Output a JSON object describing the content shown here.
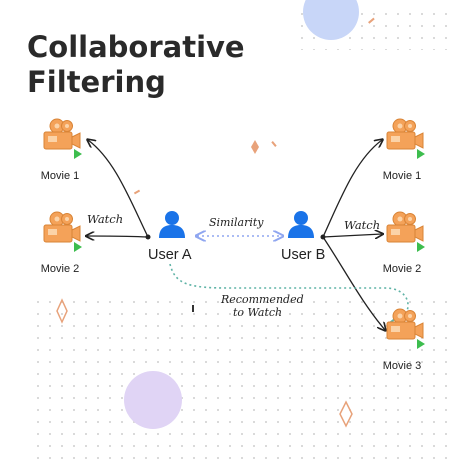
{
  "title": {
    "line1": "Collaborative",
    "line2": "Filtering"
  },
  "users": {
    "a": {
      "label": "User A",
      "icon": "user-icon"
    },
    "b": {
      "label": "User B",
      "icon": "user-icon"
    }
  },
  "movies_left": [
    {
      "label": "Movie 1",
      "icon": "movie-camera-icon"
    },
    {
      "label": "Movie 2",
      "icon": "movie-camera-icon"
    }
  ],
  "movies_right": [
    {
      "label": "Movie 1",
      "icon": "movie-camera-icon"
    },
    {
      "label": "Movie 2",
      "icon": "movie-camera-icon"
    },
    {
      "label": "Movie 3",
      "icon": "movie-camera-icon"
    }
  ],
  "edges": {
    "watch_left": "Watch",
    "watch_right": "Watch",
    "similarity": "Similarity",
    "recommended_line1": "Recommended",
    "recommended_line2": "to Watch"
  },
  "colors": {
    "user": "#1a73e8",
    "camera_orange": "#f4a259",
    "play_green": "#3dbd4e",
    "similarity_dash": "#8fa6f0",
    "recommend_dash": "#5fb3a6",
    "blob_blue": "#c8d6f8",
    "blob_purple": "#e0d4f5",
    "diamond_orange": "#e8a27a"
  }
}
